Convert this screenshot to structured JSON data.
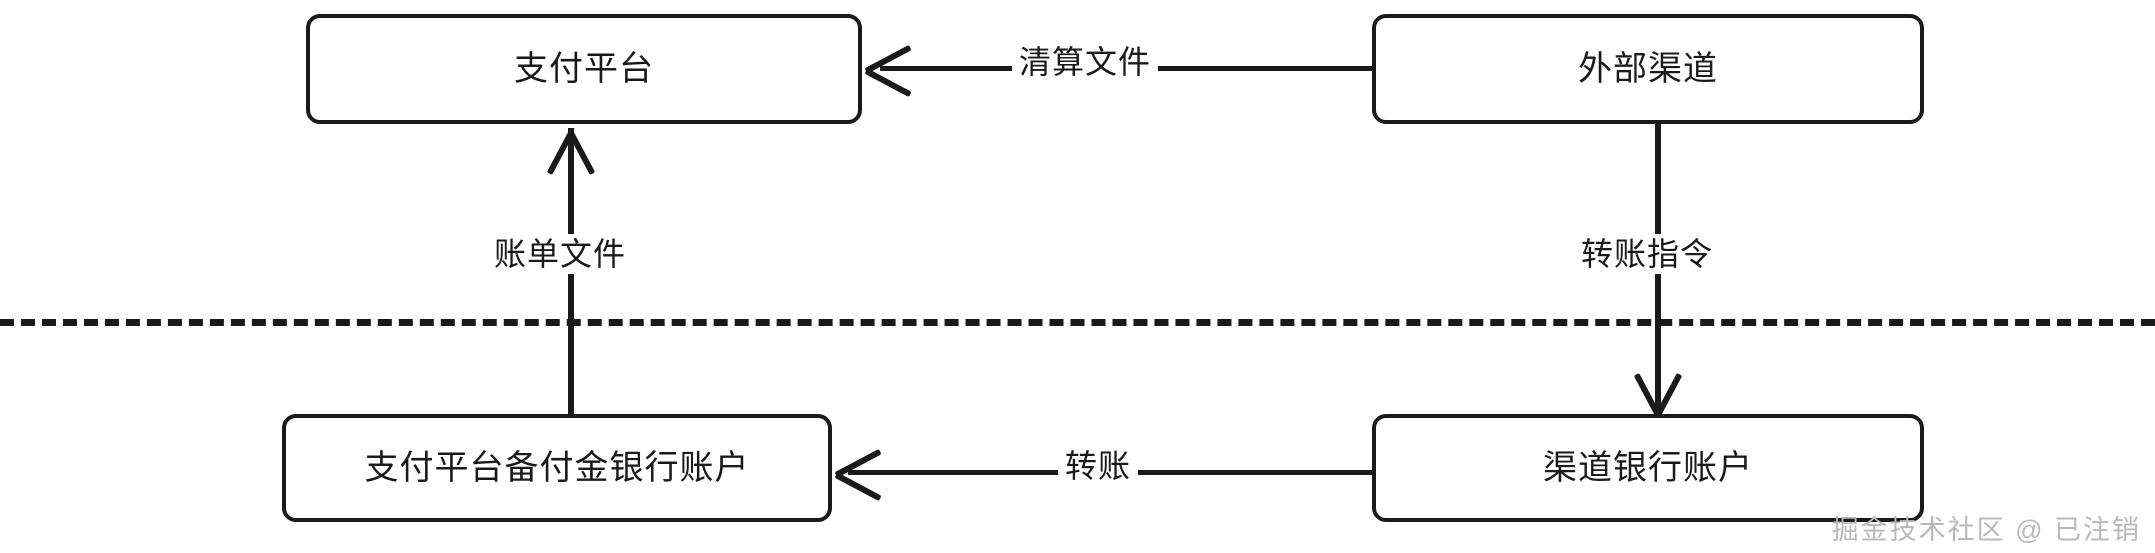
{
  "diagram": {
    "type": "flow-diagram",
    "nodes": [
      {
        "id": "payment-platform",
        "label": "支付平台"
      },
      {
        "id": "external-channel",
        "label": "外部渠道"
      },
      {
        "id": "reserve-account",
        "label": "支付平台备付金银行账户"
      },
      {
        "id": "channel-account",
        "label": "渠道银行账户"
      }
    ],
    "edges": [
      {
        "id": "clearing-file",
        "label": "清算文件",
        "from": "external-channel",
        "to": "payment-platform",
        "direction": "left"
      },
      {
        "id": "bill-file",
        "label": "账单文件",
        "from": "reserve-account",
        "to": "payment-platform",
        "direction": "up"
      },
      {
        "id": "transfer-instruction",
        "label": "转账指令",
        "from": "external-channel",
        "to": "channel-account",
        "direction": "down"
      },
      {
        "id": "transfer",
        "label": "转账",
        "from": "channel-account",
        "to": "reserve-account",
        "direction": "left"
      }
    ],
    "boundary": {
      "style": "dashed"
    },
    "colors": {
      "stroke": "#1a1a1a",
      "background": "#ffffff",
      "watermark": "#b9b9b9"
    }
  },
  "watermark": {
    "text": "掘金技术社区 @ 已注销"
  }
}
